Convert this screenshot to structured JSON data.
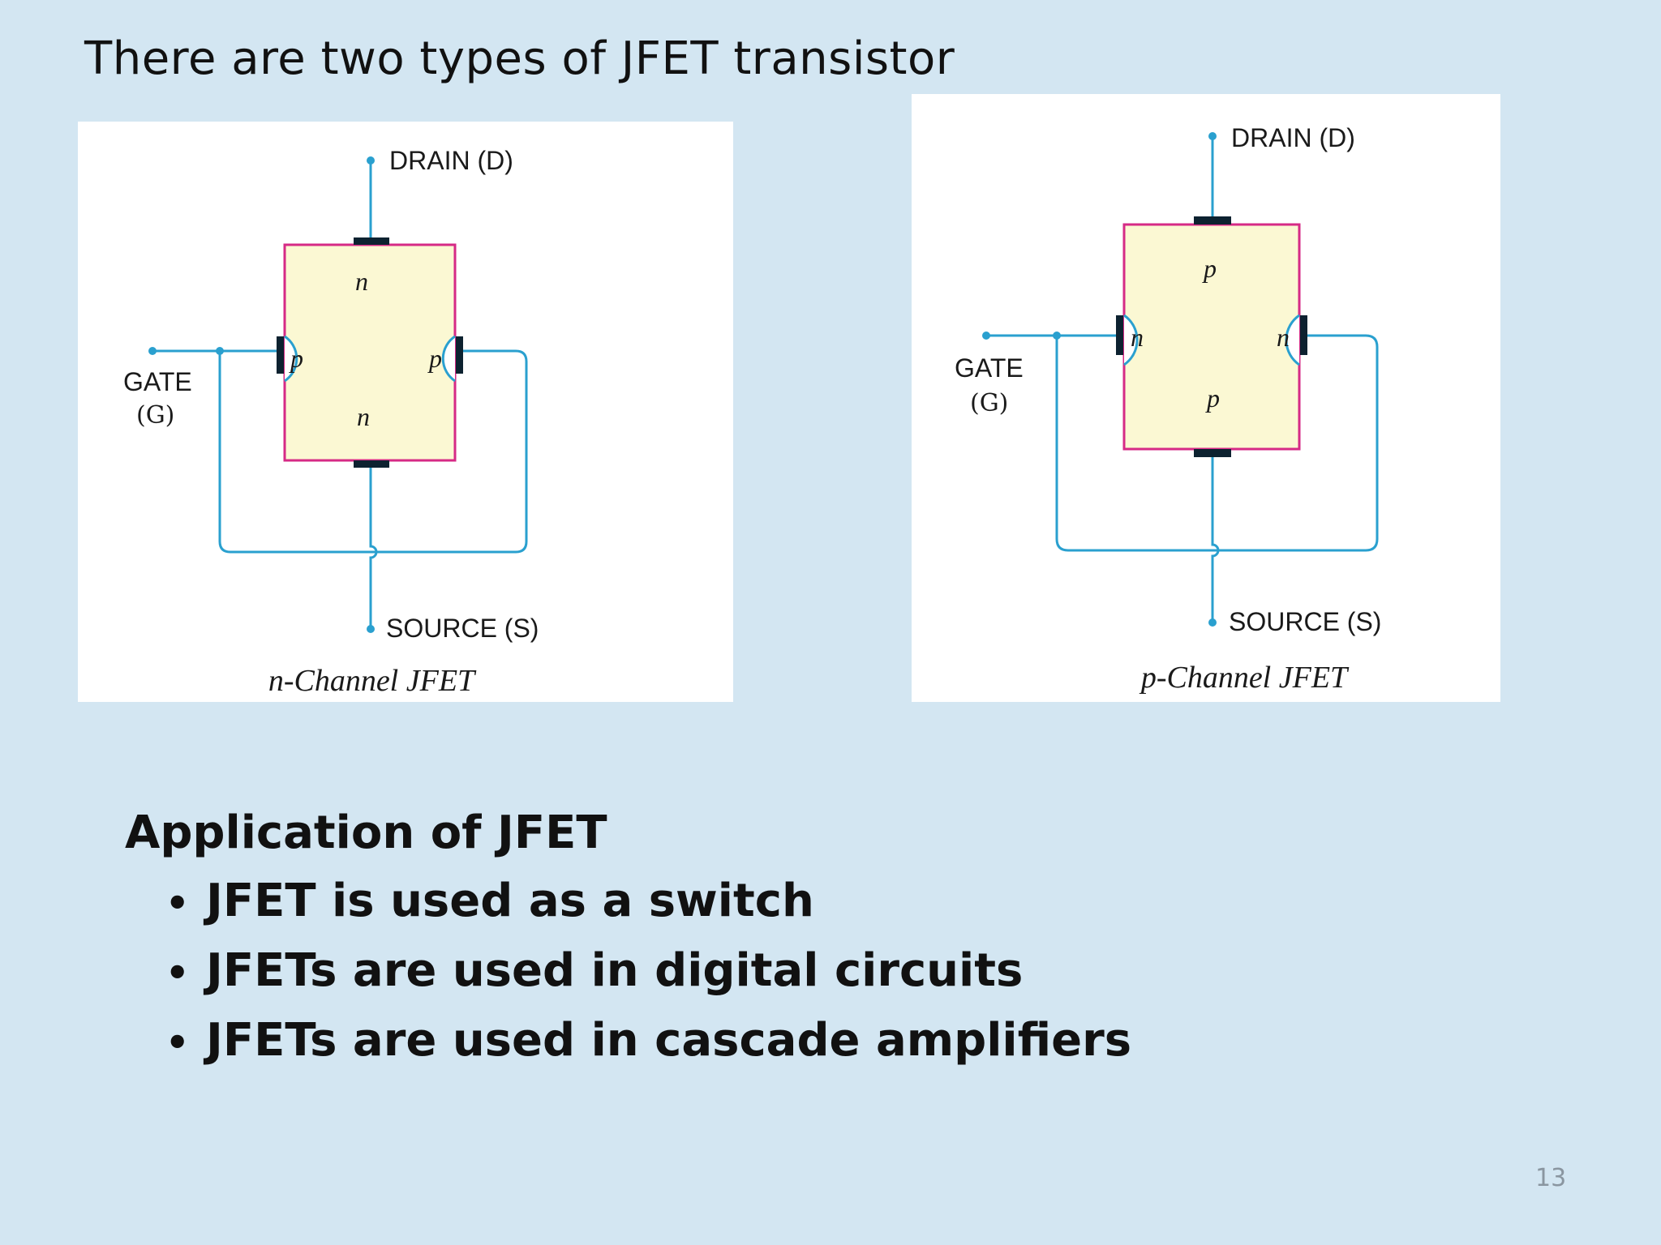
{
  "title": "There are two types of JFET transistor",
  "diagrams": [
    {
      "drain_label": "DRAIN  (D)",
      "gate_label": "GATE",
      "gate_symbol": "(G)",
      "source_label": "SOURCE (S)",
      "channel_top": "n",
      "channel_bottom": "n",
      "gate_region_left": "p",
      "gate_region_right": "p",
      "caption": "n-Channel  JFET"
    },
    {
      "drain_label": "DRAIN  (D)",
      "gate_label": "GATE",
      "gate_symbol": "(G)",
      "source_label": "SOURCE (S)",
      "channel_top": "p",
      "channel_bottom": "p",
      "gate_region_left": "n",
      "gate_region_right": "n",
      "caption": "p-Channel  JFET"
    }
  ],
  "applications": {
    "heading": "Application of JFET",
    "items": [
      "JFET is used as a switch",
      "JFETs are used in digital circuits",
      "JFETs are used in cascade amplifiers"
    ]
  },
  "page_number": "13",
  "colors": {
    "background": "#d3e6f2",
    "wire": "#2aa0cf",
    "channel_fill": "#fbf8d3",
    "channel_border": "#d62a86",
    "contact": "#0d2230"
  }
}
